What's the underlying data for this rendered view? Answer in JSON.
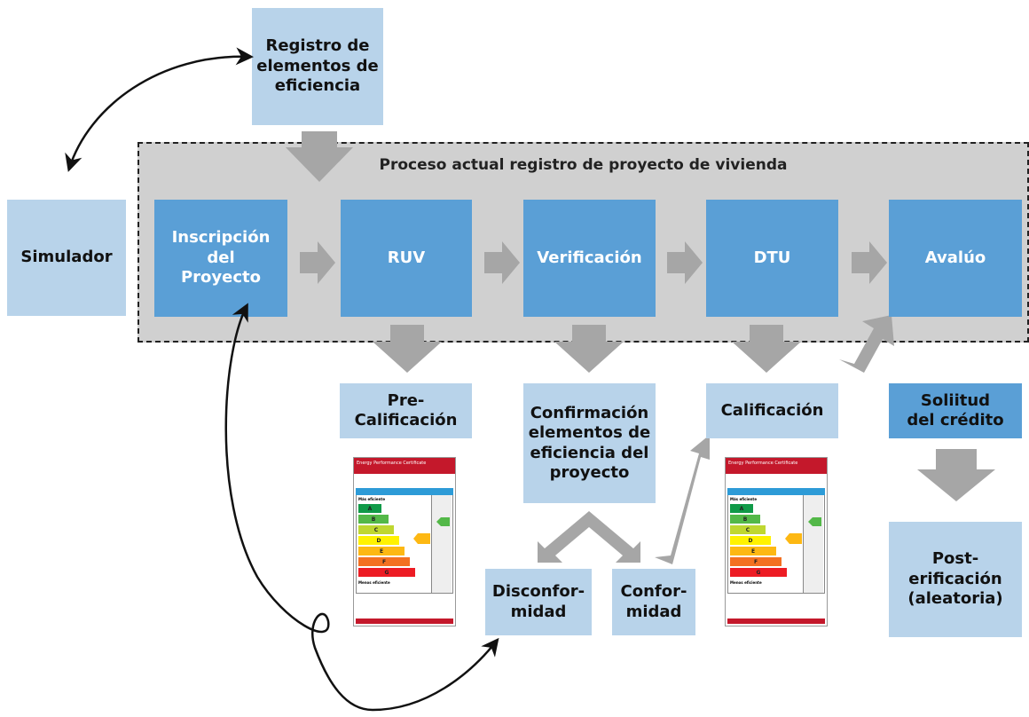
{
  "process_title": "Proceso actual registro de proyecto de vivienda",
  "boxes": {
    "registro": "Registro de\nelementos de\neficiencia",
    "simulador": "Simulador",
    "inscripcion": "Inscripción\ndel\nProyecto",
    "ruv": "RUV",
    "verificacion": "Verificación",
    "dtu": "DTU",
    "avaluo": "Avalúo",
    "precalificacion": "Pre-\nCalificación",
    "confirmacion": "Confirmación\nelementos de\neficiencia del\nproyecto",
    "calificacion": "Calificación",
    "solicitud": "Soliitud\ndel crédito",
    "disconformidad": "Disconfor-\nmidad",
    "conformidad": "Confor-\nmidad",
    "postverificacion": "Post-\nerificación\n(aleatoria)"
  },
  "certificates": [
    {
      "title": "Energy Performance Certificate",
      "bands": [
        "A",
        "B",
        "C",
        "D",
        "E",
        "F",
        "G"
      ],
      "top_label": "Más eficiente",
      "bottom_label": "Menos eficiente"
    },
    {
      "title": "Energy Performance Certificate",
      "bands": [
        "A",
        "B",
        "C",
        "D",
        "E",
        "F",
        "G"
      ],
      "top_label": "Más eficiente",
      "bottom_label": "Menos eficiente"
    }
  ],
  "colors": {
    "light_box": "#b8d3ea",
    "dark_box": "#5a9fd6",
    "process_bg": "#d0d0d0",
    "arrow": "#a6a6a6",
    "band_colors": [
      "#109a48",
      "#53b848",
      "#bfd730",
      "#fff200",
      "#fdb813",
      "#f37021",
      "#ed1c24"
    ]
  }
}
